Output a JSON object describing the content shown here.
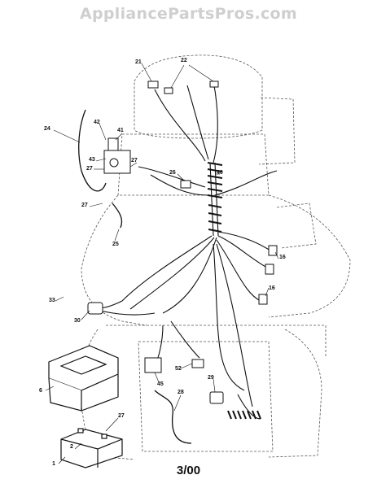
{
  "watermark": "AppliancePartsPros.com",
  "date_code": "3/00",
  "callouts": [
    {
      "id": "c21",
      "text": "21"
    },
    {
      "id": "c22",
      "text": "22"
    },
    {
      "id": "c24",
      "text": "24"
    },
    {
      "id": "c42",
      "text": "42"
    },
    {
      "id": "c41",
      "text": "41"
    },
    {
      "id": "c43",
      "text": "43"
    },
    {
      "id": "c27a",
      "text": "27"
    },
    {
      "id": "c27b",
      "text": "27"
    },
    {
      "id": "c27c",
      "text": "27"
    },
    {
      "id": "c26",
      "text": "26"
    },
    {
      "id": "c40",
      "text": "40"
    },
    {
      "id": "c25",
      "text": "25"
    },
    {
      "id": "c16a",
      "text": "16"
    },
    {
      "id": "c16b",
      "text": "16"
    },
    {
      "id": "c33",
      "text": "33"
    },
    {
      "id": "c30",
      "text": "30"
    },
    {
      "id": "c6",
      "text": "6"
    },
    {
      "id": "c45",
      "text": "45"
    },
    {
      "id": "c52",
      "text": "52"
    },
    {
      "id": "c29",
      "text": "29"
    },
    {
      "id": "c28",
      "text": "28"
    },
    {
      "id": "c27d",
      "text": "27"
    },
    {
      "id": "c2",
      "text": "2"
    },
    {
      "id": "c1",
      "text": "1"
    }
  ]
}
